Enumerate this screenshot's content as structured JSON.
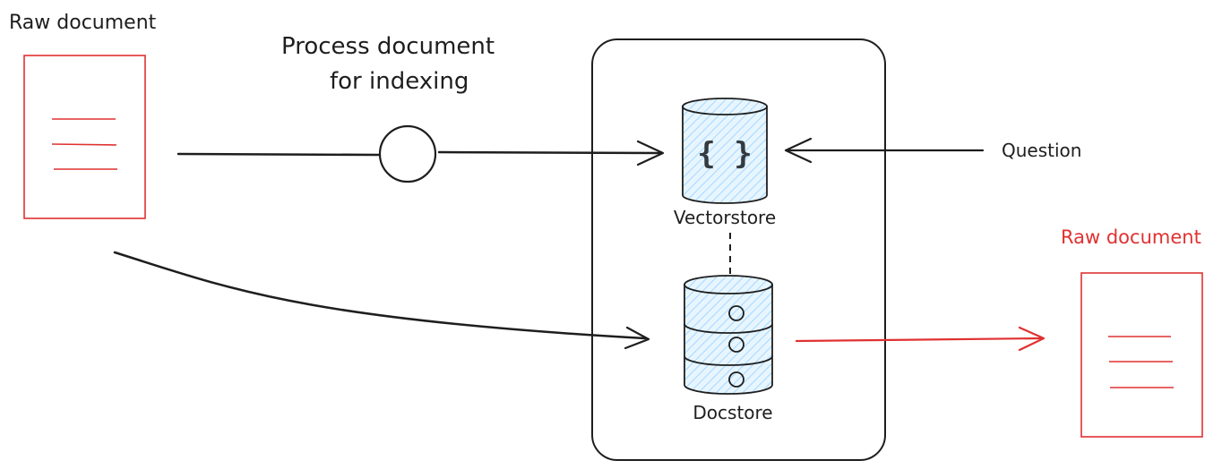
{
  "labels": {
    "raw_document_left": "Raw document",
    "process_line1": "Process document",
    "process_line2": "for indexing",
    "question": "Question",
    "vectorstore": "Vectorstore",
    "docstore": "Docstore",
    "raw_document_right": "Raw document",
    "vector_icon": "{ }"
  },
  "colors": {
    "ink": "#1e1e1e",
    "accent_red": "#e03131",
    "db_fill": "#a5d8ff",
    "db_hatch": "#74c0fc"
  }
}
